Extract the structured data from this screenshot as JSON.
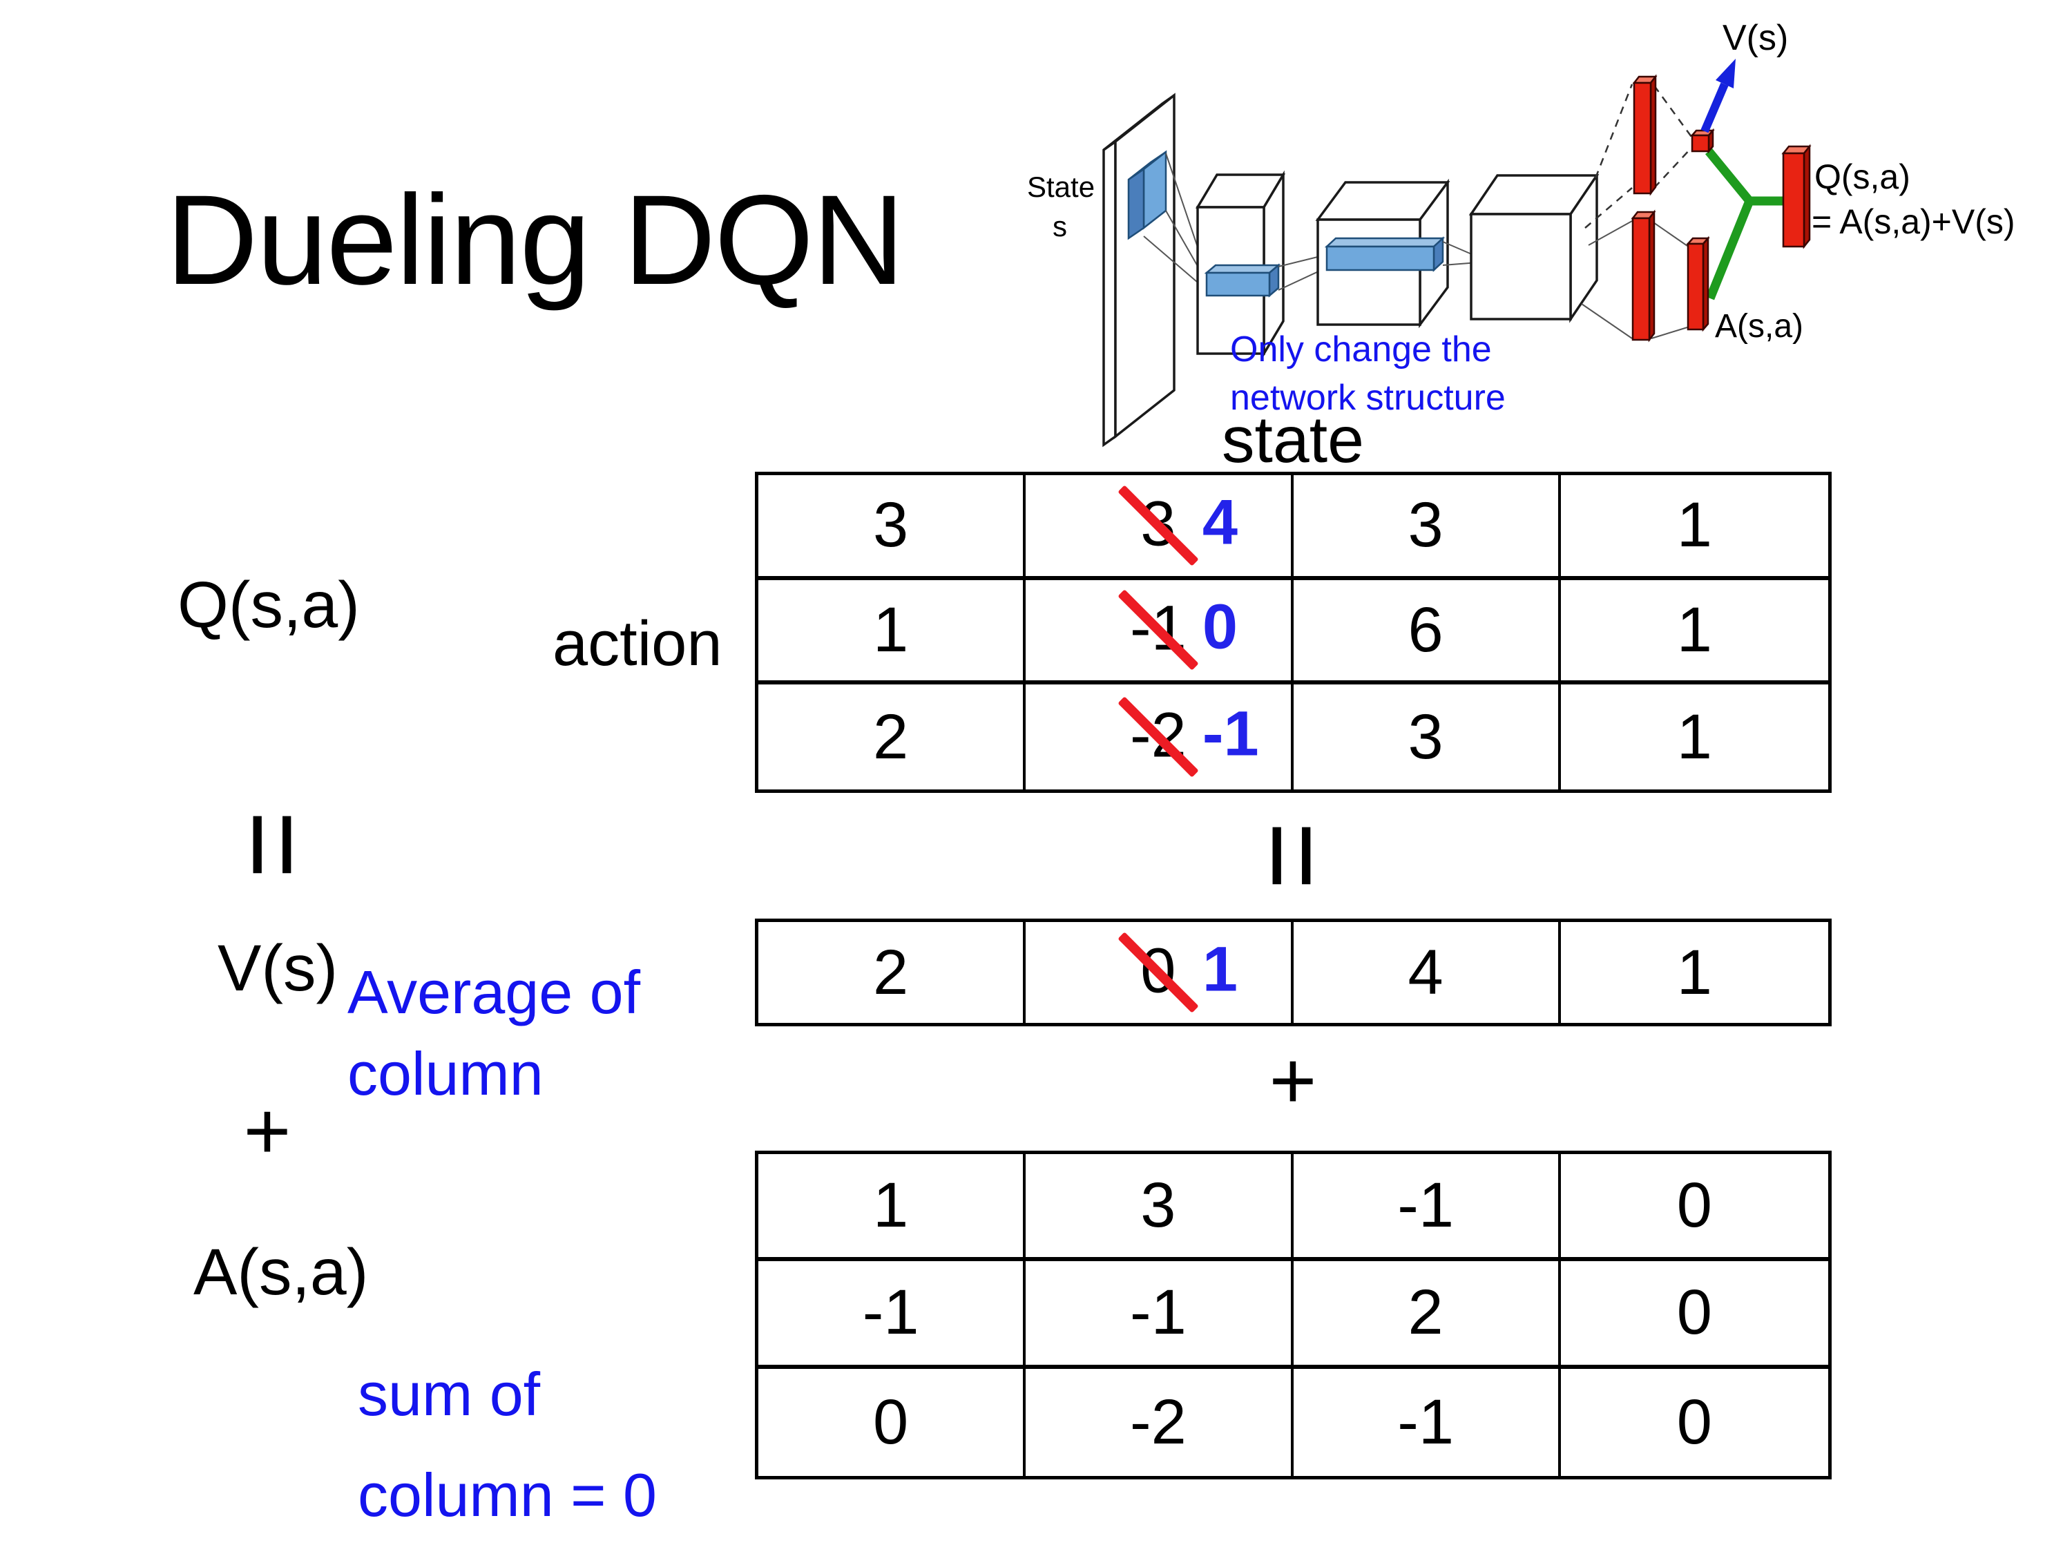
{
  "slide": {
    "title": "Dueling DQN",
    "background": "#ffffff"
  },
  "diagram": {
    "state_label_line1": "State",
    "state_label_line2": "s",
    "v_output_label": "V(s)",
    "q_output_label_line1": "Q(s,a)",
    "q_output_label_line2": "= A(s,a)+V(s)",
    "a_output_label": "A(s,a)",
    "note_line1": "Only change the",
    "note_line2": "network structure",
    "colors": {
      "conv_filter_blue": "#6fa8dc",
      "fc_bar_red": "#e82313",
      "merge_green": "#1e9b1e",
      "arrow_blue": "#1522dd",
      "note_blue": "#1414ee"
    }
  },
  "matrix_section": {
    "state_axis_label": "state",
    "action_axis_label": "action",
    "q_label": "Q(s,a)",
    "equals_rotated_left": "=",
    "equals_rotated_center": "=",
    "v_label": "V(s)",
    "avg_note_line1": "Average of",
    "avg_note_line2": "column",
    "plus_left": "+",
    "plus_center": "+",
    "a_label": "A(s,a)",
    "sum_note_line1": "sum of",
    "sum_note_line2": "column = 0",
    "colors": {
      "replacement_number_blue": "#2323ea",
      "strike_red": "#ed1c24"
    }
  },
  "tables": {
    "q": {
      "r0": {
        "c0": "3",
        "c1_old": "3",
        "c1_new": "4",
        "c2": "3",
        "c3": "1"
      },
      "r1": {
        "c0": "1",
        "c1_old": "-1",
        "c1_new": "0",
        "c2": "6",
        "c3": "1"
      },
      "r2": {
        "c0": "2",
        "c1_old": "-2",
        "c1_new": "-1",
        "c2": "3",
        "c3": "1"
      }
    },
    "v": {
      "c0": "2",
      "c1_old": "0",
      "c1_new": "1",
      "c2": "4",
      "c3": "1"
    },
    "a": {
      "r0": {
        "c0": "1",
        "c1": "3",
        "c2": "-1",
        "c3": "0"
      },
      "r1": {
        "c0": "-1",
        "c1": "-1",
        "c2": "2",
        "c3": "0"
      },
      "r2": {
        "c0": "0",
        "c1": "-2",
        "c2": "-1",
        "c3": "0"
      }
    }
  }
}
